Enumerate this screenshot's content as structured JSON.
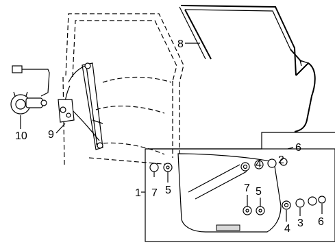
{
  "diagram": {
    "callouts": {
      "c1": "1",
      "c2": "2",
      "c3": "3",
      "c4a": "4",
      "c4b": "4",
      "c5a": "5",
      "c5b": "5",
      "c6a": "6",
      "c6b": "6",
      "c7a": "7",
      "c7b": "7",
      "c8": "8",
      "c9": "9",
      "c10": "10"
    },
    "colors": {
      "ink": "#000000",
      "background": "#ffffff",
      "shade": "#d8d8d8"
    }
  }
}
